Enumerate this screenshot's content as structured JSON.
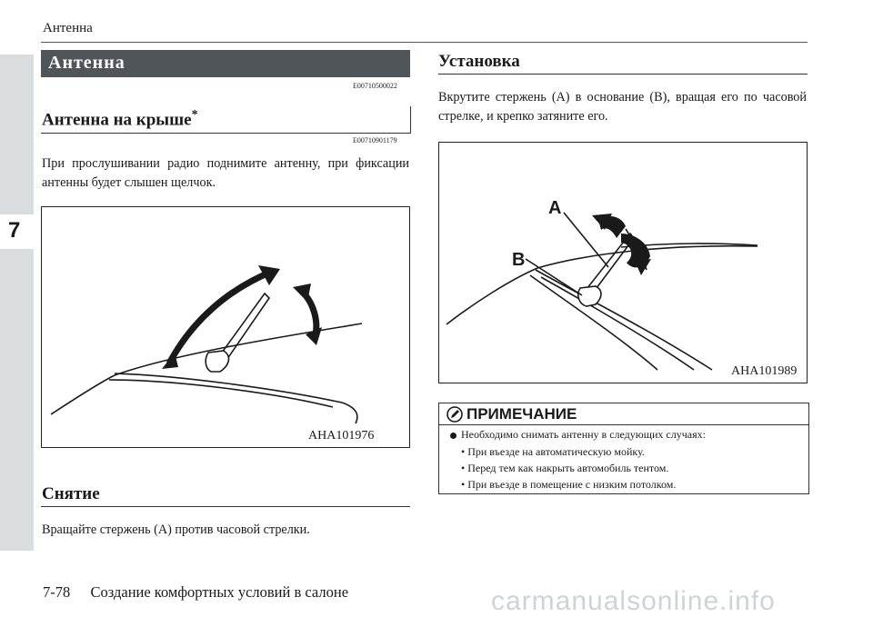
{
  "header": {
    "running_title": "Антенна"
  },
  "side_tab": {
    "number": "7"
  },
  "section": {
    "banner": "Антенна",
    "banner_code": "E00710500022",
    "roof_title": "Антенна на крыше",
    "roof_asterisk": "*",
    "roof_code": "E00710901179",
    "roof_text": "При прослушивании радио поднимите антенну, при фиксации антенны будет слышен щелчок."
  },
  "figures": {
    "fig1_label": "AHA101976",
    "fig2_label": "AHA101989",
    "fig2_letter_a": "A",
    "fig2_letter_b": "B"
  },
  "removal": {
    "title": "Снятие",
    "text": "Вращайте стержень (A) против часовой стрелки."
  },
  "install": {
    "title": "Установка",
    "text": "Вкрутите стержень (A) в основание (B), вращая его по часовой стрелке, и крепко затяните его."
  },
  "note": {
    "title": "ПРИМЕЧАНИЕ",
    "main": "Необходимо снимать антенну в следующих случаях:",
    "items": [
      "• При въезде на автоматическую мойку.",
      "• Перед тем как накрыть автомобиль тентом.",
      "• При въезде в помещение с низким потолком."
    ]
  },
  "footer": {
    "page_number": "7-78",
    "chapter": "Создание комфортных условий в салоне"
  },
  "watermark": "carmanualsonline.info"
}
